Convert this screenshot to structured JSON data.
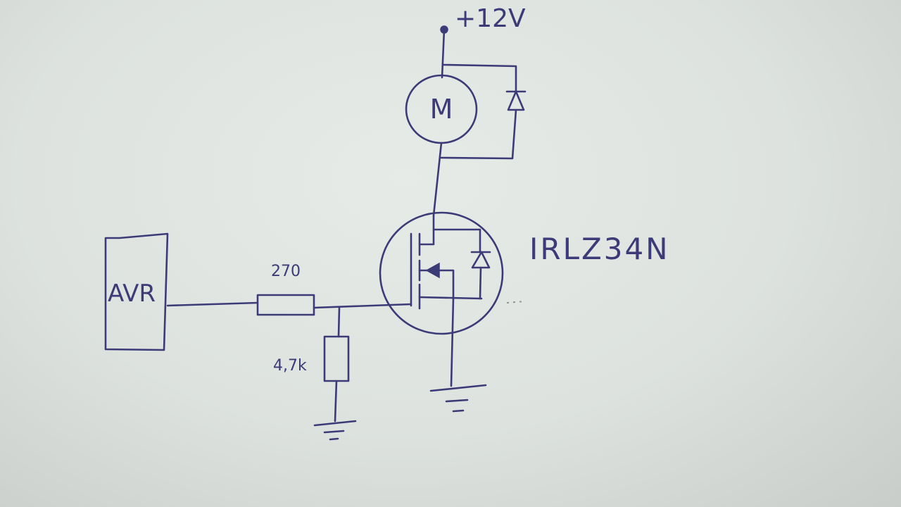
{
  "labels": {
    "supply": "+12V",
    "motor": "M",
    "controller": "AVR",
    "series_resistor": "270",
    "pulldown_resistor": "4,7k",
    "mosfet_part": "IRLZ34N"
  },
  "colors": {
    "ink": "#3d3a78",
    "paper": "#e2e6e2"
  }
}
